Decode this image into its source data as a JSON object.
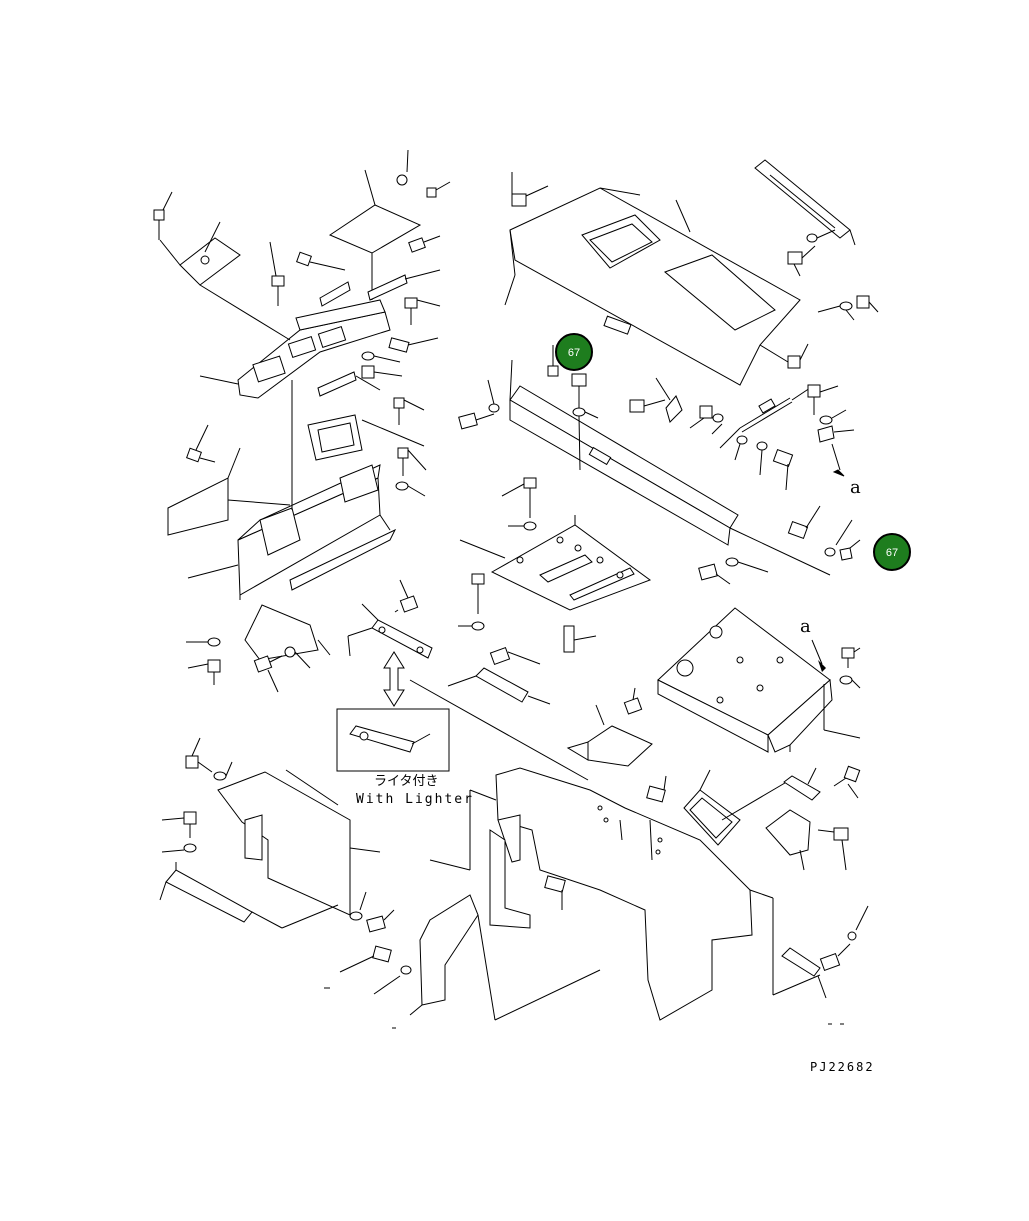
{
  "diagram": {
    "drawing_number": "PJ22682",
    "callouts": [
      {
        "id": "callout-top",
        "label": "67"
      },
      {
        "id": "callout-right",
        "label": "67"
      }
    ],
    "inset": {
      "label_jp": "ライタ付き",
      "label_en": "With Lighter"
    },
    "reference_markers": [
      "a",
      "a"
    ],
    "colors": {
      "callout_fill": "#1e7d1e",
      "line": "#000000",
      "background": "#ffffff"
    }
  }
}
